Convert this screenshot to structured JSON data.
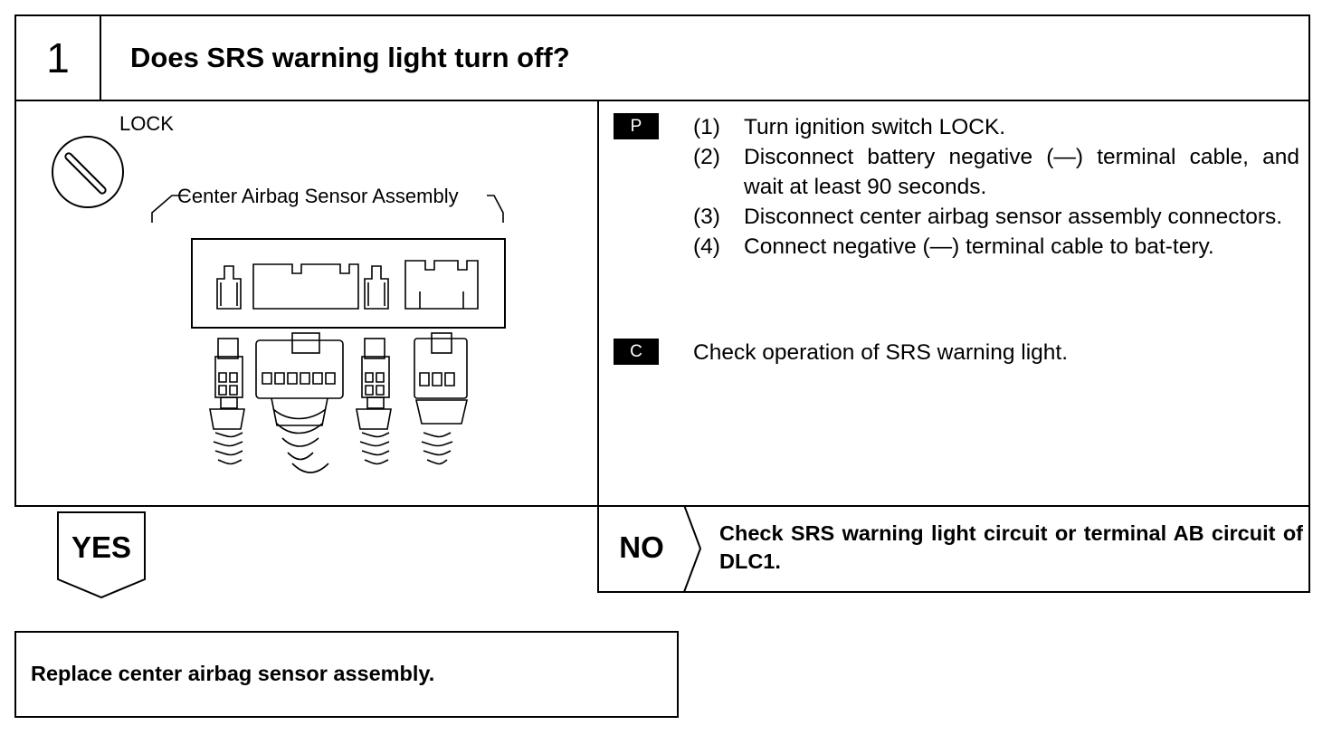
{
  "step": {
    "number": "1",
    "question": "Does SRS warning light turn off?"
  },
  "illustration": {
    "lock_label": "LOCK",
    "assembly_label": "Center Airbag Sensor Assembly"
  },
  "procedure": {
    "p_badge": "P",
    "steps": [
      {
        "num": "(1)",
        "text": "Turn ignition switch LOCK."
      },
      {
        "num": "(2)",
        "text": "Disconnect battery negative (—) terminal cable, and wait at least 90 seconds."
      },
      {
        "num": "(3)",
        "text": "Disconnect center airbag sensor assembly connectors."
      },
      {
        "num": "(4)",
        "text": "Connect negative (—) terminal cable to bat-tery."
      }
    ],
    "c_badge": "C",
    "check_text": "Check operation of SRS warning light."
  },
  "yes": {
    "label": "YES",
    "result": "Replace center airbag sensor assembly."
  },
  "no": {
    "label": "NO",
    "result": "Check SRS warning light circuit or terminal AB circuit of DLC1."
  }
}
